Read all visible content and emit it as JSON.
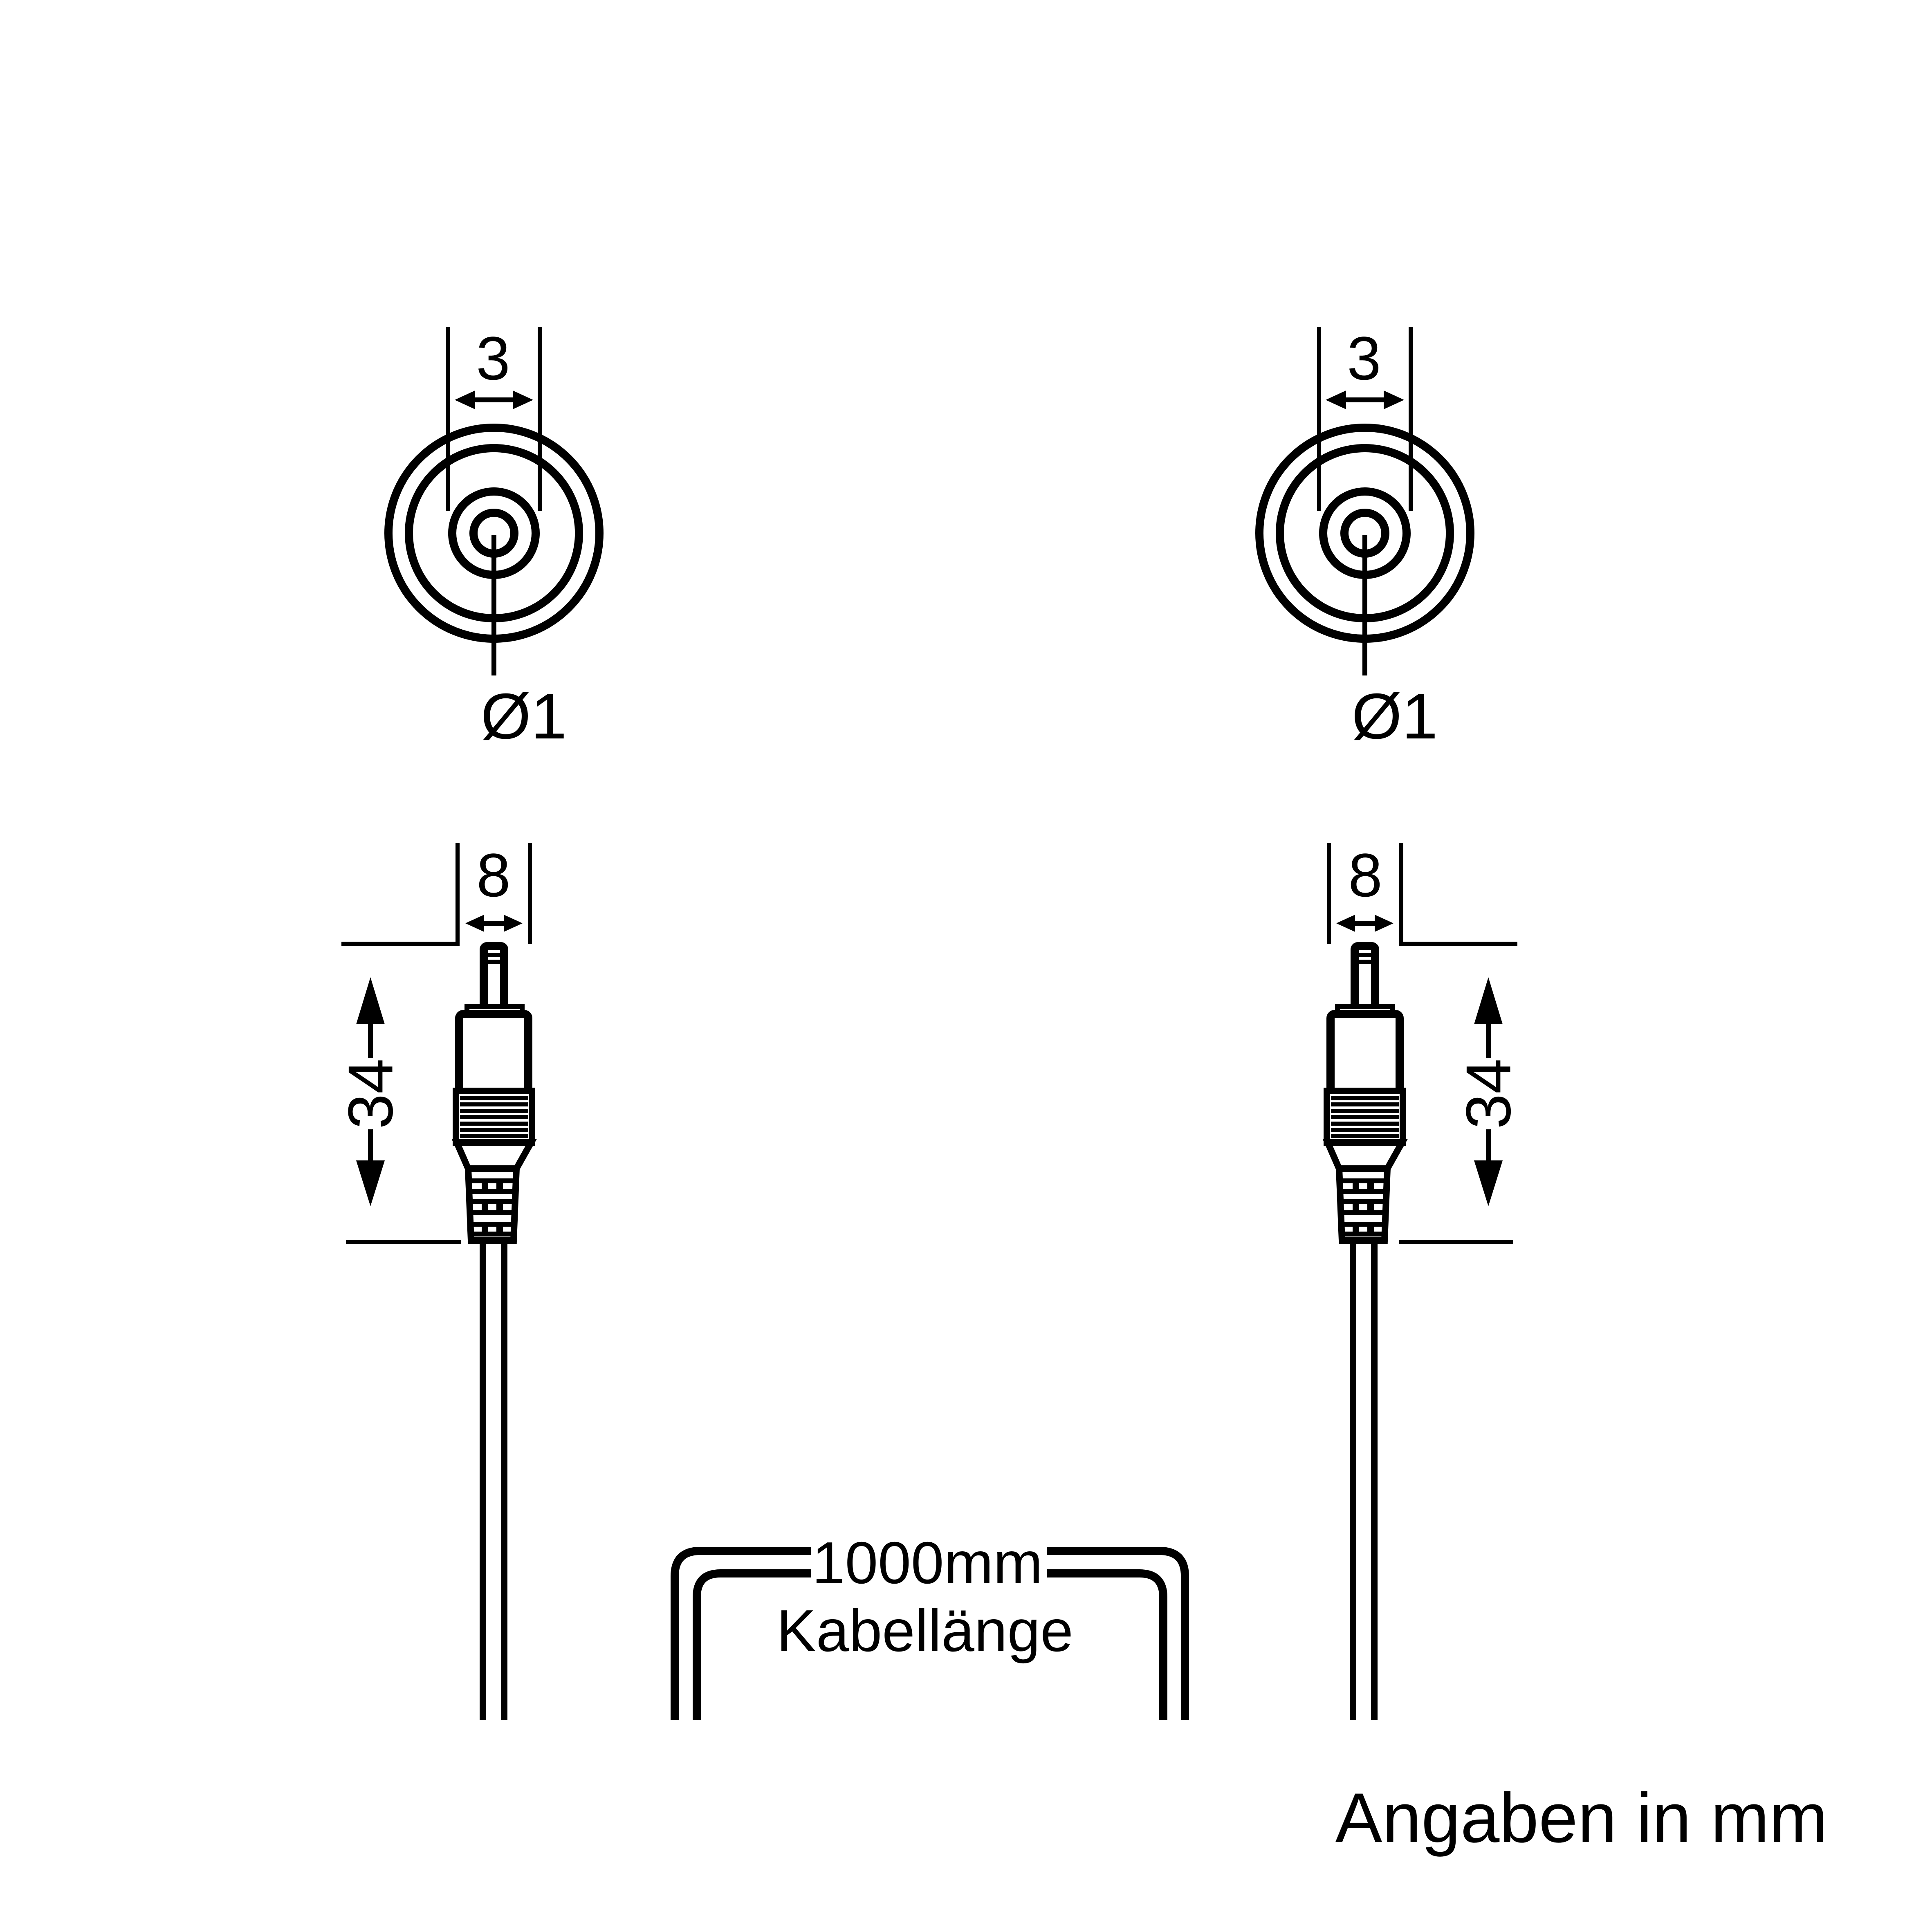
{
  "diagram": {
    "note": "Angaben in mm",
    "colors": {
      "ink": "#000000",
      "paper": "#ffffff"
    },
    "connectors": {
      "left": {
        "front_view": {
          "width_label": "3",
          "pin_diameter_label": "Ø1"
        },
        "side_view": {
          "width_label": "8",
          "length_label": "34"
        }
      },
      "right": {
        "front_view": {
          "width_label": "3",
          "pin_diameter_label": "Ø1"
        },
        "side_view": {
          "width_label": "8",
          "length_label": "34"
        }
      }
    },
    "cable": {
      "length_label": "1000mm",
      "caption": "Kabellänge"
    }
  }
}
